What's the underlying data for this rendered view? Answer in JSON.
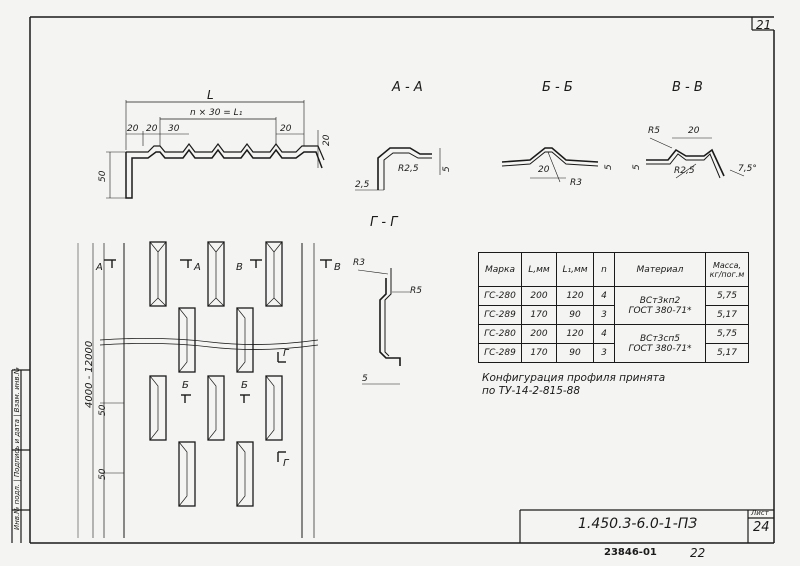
{
  "page_num_top": "21",
  "sections": {
    "aa": "А - А",
    "bb": "Б - Б",
    "vv": "В - В",
    "gg": "Г - Г"
  },
  "profile_dims": {
    "L": "L",
    "nx30": "n × 30 = L₁",
    "d20a": "20",
    "d20b": "20",
    "d30": "30",
    "d20c": "20",
    "d20d": "20",
    "d50": "50"
  },
  "aa_dims": {
    "r": "R2,5",
    "t": "2,5",
    "h": "5"
  },
  "bb_dims": {
    "w": "20",
    "r": "R3",
    "h": "5"
  },
  "vv_dims": {
    "r5": "R5",
    "w": "20",
    "r25": "R2,5",
    "h": "5",
    "ang": "7,5°"
  },
  "gg_dims": {
    "r3": "R3",
    "r5": "R5",
    "t": "5"
  },
  "plan_dims": {
    "length": "4000 - 12000",
    "d50a": "50",
    "d50b": "50"
  },
  "cut_marks": {
    "a1": "А",
    "a2": "А",
    "v1": "В",
    "v2": "В",
    "b1": "Б",
    "b2": "Б",
    "g1": "Г",
    "g2": "Г"
  },
  "table": {
    "headers": [
      "Марка",
      "L,мм",
      "L₁,мм",
      "n",
      "Материал",
      "Масса, кг/пог.м"
    ],
    "rows": [
      {
        "mark": "ГС-280",
        "l": "200",
        "l1": "120",
        "n": "4",
        "mass": "5,75"
      },
      {
        "mark": "ГС-289",
        "l": "170",
        "l1": "90",
        "n": "3",
        "mass": "5,17"
      },
      {
        "mark": "ГС-280",
        "l": "200",
        "l1": "120",
        "n": "4",
        "mass": "5,75"
      },
      {
        "mark": "ГС-289",
        "l": "170",
        "l1": "90",
        "n": "3",
        "mass": "5,17"
      }
    ],
    "material_1": "ВСт3кп2",
    "material_1_std": "ГОСТ 380-71*",
    "material_2": "ВСт3сп5",
    "material_2_std": "ГОСТ 380-71*"
  },
  "note_line1": "Конфигурация профиля принята",
  "note_line2": "по ТУ-14-2-815-88",
  "title_block": {
    "code": "1.450.3-6.0-1-ПЗ",
    "sheet_label": "Лист",
    "sheet_num": "24"
  },
  "bottom_num": "23846-01",
  "bottom_page": "22",
  "side_stamp": "Инв.№ подл. | Подпись и дата | Взам. инв.№"
}
